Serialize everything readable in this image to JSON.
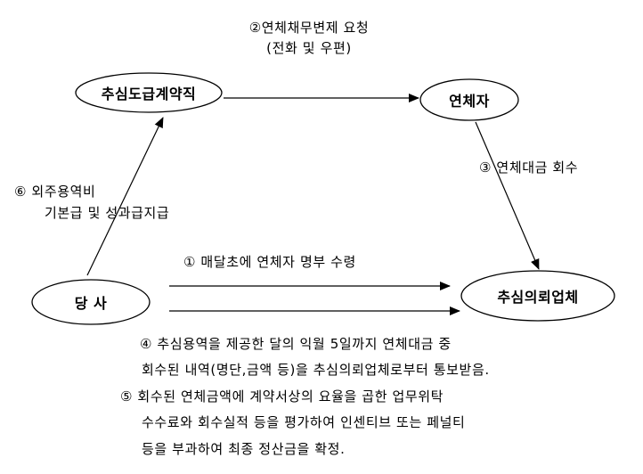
{
  "nodes": {
    "contractor": "추심도급계약직",
    "debtor": "연체자",
    "company": "당 사",
    "agency": "추심의뢰업체"
  },
  "edges": {
    "request_line1": "②연체채무변제 요청",
    "request_line2": "(전화 및 우편)",
    "collect": "③ 연체대금 회수",
    "pay_line1": "⑥ 외주용역비",
    "pay_line2": "기본급 및 성과급지급",
    "list": "① 매달초에 연체자 명부 수령"
  },
  "notes": {
    "note4_line1": "④ 추심용역을 제공한 달의 익월 5일까지 연체대금 중",
    "note4_line2": "회수된 내역(명단,금액 등)을 추심의뢰업체로부터 통보받음.",
    "note5_line1": "⑤ 회수된 연체금액에 계약서상의 요율을 곱한 업무위탁",
    "note5_line2": "수수료와 회수실적 등을 평가하여 인센티브 또는 페널티",
    "note5_line3": "등을 부과하여 최종 정산금을 확정."
  },
  "colors": {
    "stroke": "#000000",
    "fill": "#ffffff",
    "text": "#000000"
  }
}
